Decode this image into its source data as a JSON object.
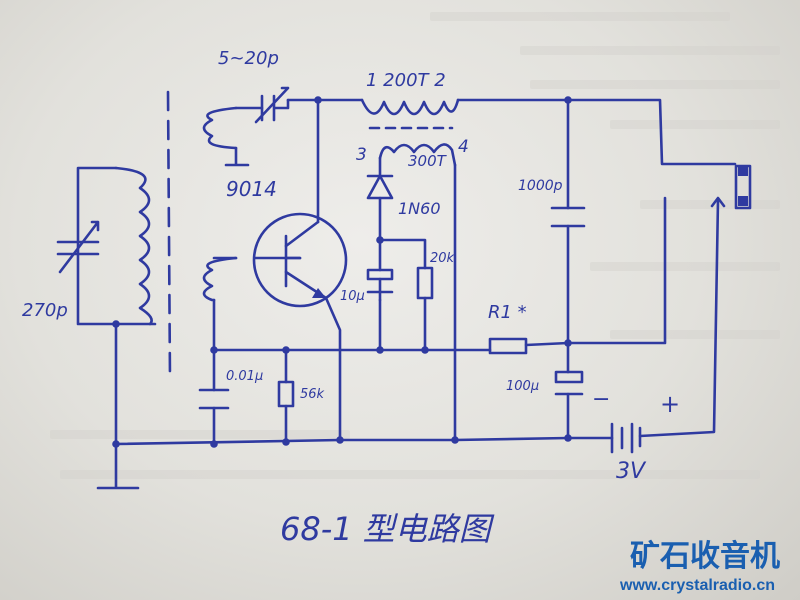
{
  "diagram": {
    "title": "68-1 型电路图",
    "labels": {
      "trimmer": "5~20p",
      "coil_main": "1  200T 2",
      "coil_pin3": "3",
      "coil_sec": "300T",
      "coil_pin4": "4",
      "transistor": "9014",
      "diode": "1N60",
      "cap_1000p": "1000p",
      "res_20k": "20k",
      "cap_10u": "10μ",
      "res_r1": "R1 *",
      "tuning_cap": "270p",
      "cap_001u": "0.01μ",
      "res_56k": "56k",
      "cap_100u": "100μ",
      "battery_minus": "−",
      "battery_plus": "+",
      "battery_voltage": "3V"
    },
    "ink_color": "#2f3aa0"
  },
  "watermark": {
    "name": "矿石收音机",
    "url": "www.crystalradio.cn",
    "color": "#1a5fb0"
  }
}
